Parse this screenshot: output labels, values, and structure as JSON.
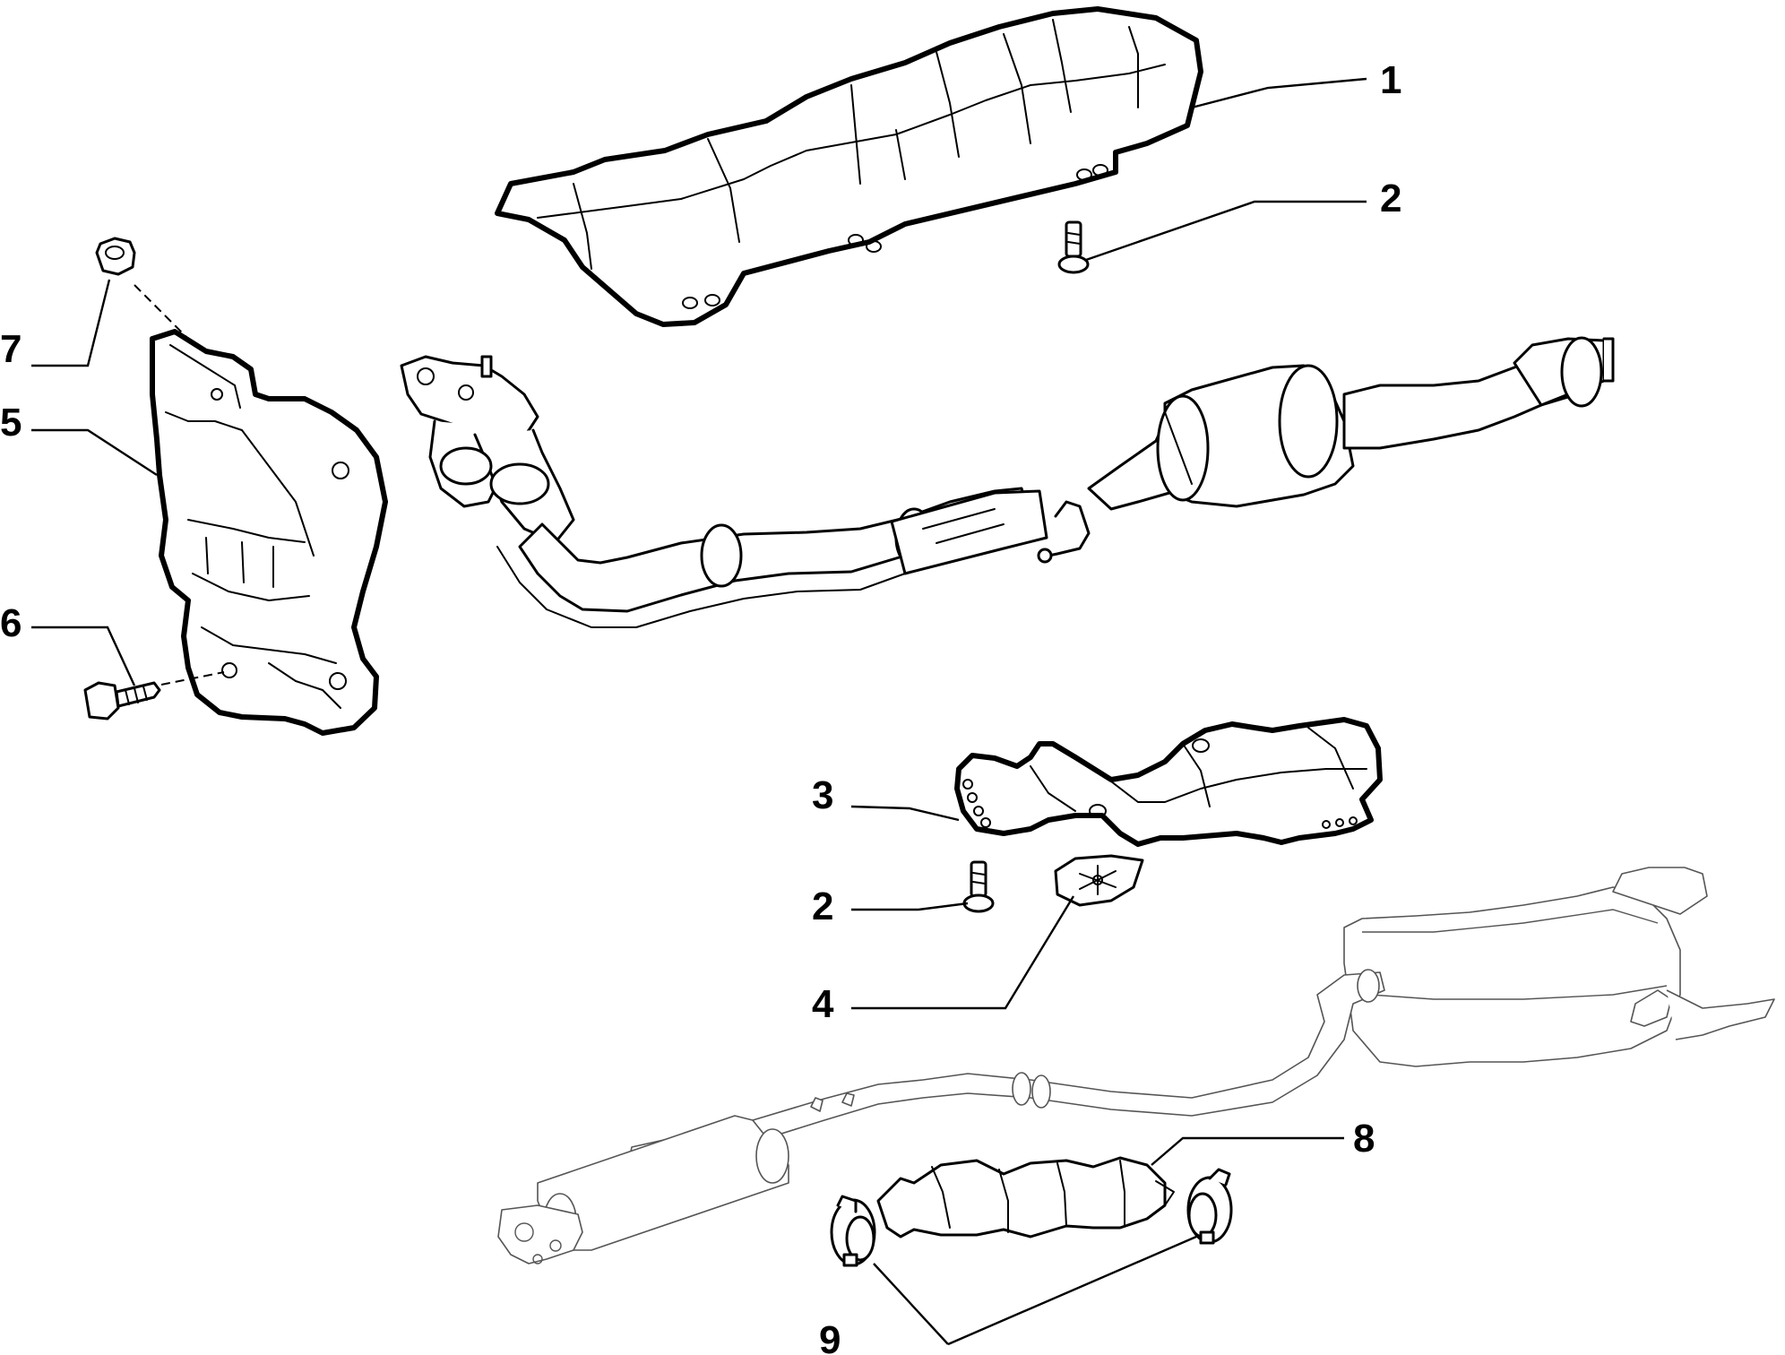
{
  "callouts": [
    {
      "id": "1",
      "label": "1"
    },
    {
      "id": "2a",
      "label": "2"
    },
    {
      "id": "7",
      "label": "7"
    },
    {
      "id": "5",
      "label": "5"
    },
    {
      "id": "6",
      "label": "6"
    },
    {
      "id": "3",
      "label": "3"
    },
    {
      "id": "2b",
      "label": "2"
    },
    {
      "id": "4",
      "label": "4"
    },
    {
      "id": "8",
      "label": "8"
    },
    {
      "id": "9",
      "label": "9"
    }
  ],
  "colors": {
    "line": "#000000",
    "background": "#ffffff",
    "faint_line": "#555555"
  }
}
